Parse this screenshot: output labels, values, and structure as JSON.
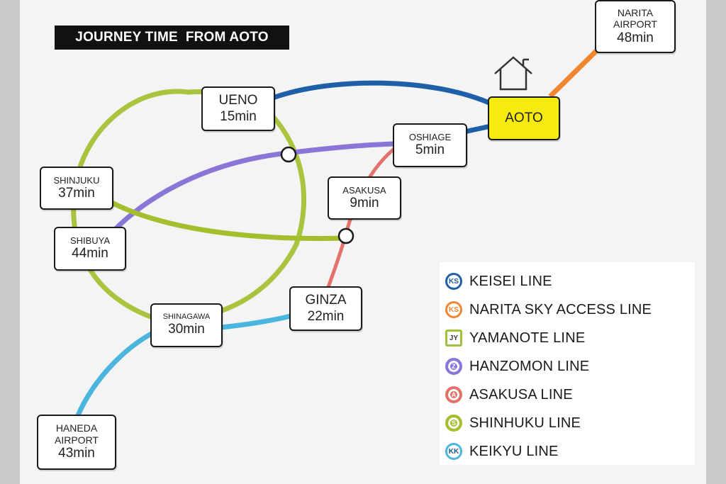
{
  "title": "JOURNEY TIME  FROM AOTO",
  "stations": {
    "narita": {
      "name_lines": [
        "NARITA",
        "AIRPORT"
      ],
      "time": "48min"
    },
    "aoto": {
      "name": "AOTO"
    },
    "ueno": {
      "name": "UENO",
      "time": "15min"
    },
    "oshiage": {
      "name": "OSHIAGE",
      "time": "5min"
    },
    "shinjuku": {
      "name": "SHINJUKU",
      "time": "37min"
    },
    "asakusa": {
      "name": "ASAKUSA",
      "time": "9min"
    },
    "shibuya": {
      "name": "SHIBUYA",
      "time": "44min"
    },
    "ginza": {
      "name": "GINZA",
      "time": "22min"
    },
    "shinagawa": {
      "name": "SHINAGAWA",
      "time": "30min"
    },
    "haneda": {
      "name_lines": [
        "HANEDA",
        "AIRPORT"
      ],
      "time": "43min"
    }
  },
  "legend": [
    {
      "code": "KS",
      "label": "KEISEI LINE",
      "color": "#1f5fa8",
      "icon": "keisei-badge-icon"
    },
    {
      "code": "KS",
      "label": "NARITA SKY ACCESS LINE",
      "color": "#f0862f",
      "icon": "narita-sky-access-badge-icon"
    },
    {
      "code": "JY",
      "label": "YAMANOTE LINE",
      "color": "#9ec23c",
      "icon": "yamanote-badge-icon"
    },
    {
      "code": "Z",
      "label": "HANZOMON LINE",
      "color": "#8b75d6",
      "icon": "hanzomon-badge-icon"
    },
    {
      "code": "A",
      "label": "ASAKUSA LINE",
      "color": "#e4716a",
      "icon": "asakusa-badge-icon"
    },
    {
      "code": "S",
      "label": "SHINHUKU LINE",
      "color": "#a3bf2e",
      "icon": "shinjuku-line-badge-icon"
    },
    {
      "code": "KK",
      "label": "KEIKYU LINE",
      "color": "#4bb6dd",
      "icon": "keikyu-badge-icon"
    }
  ],
  "colors": {
    "keisei": "#1f5fa8",
    "narita_sky": "#f0862f",
    "yamanote": "#9ec23c",
    "hanzomon": "#8b75d6",
    "asakusa": "#e4716a",
    "shinjuku_line": "#a3bf2e",
    "keikyu": "#4bb6dd",
    "aoto_highlight": "#f6eb10"
  }
}
